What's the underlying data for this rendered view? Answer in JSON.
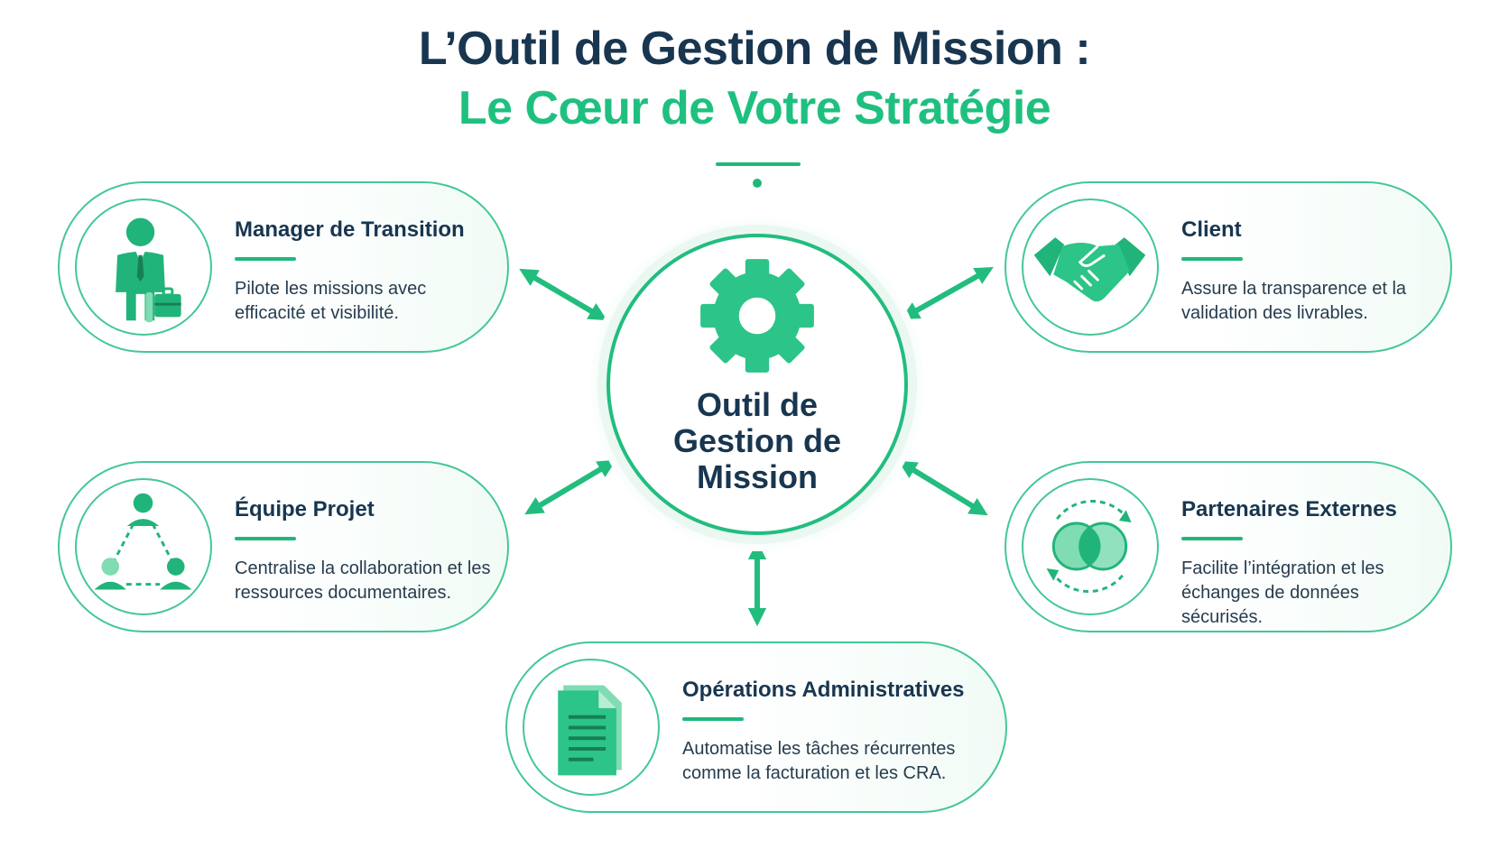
{
  "title": {
    "line1": "L’Outil de Gestion de Mission :",
    "line2": "Le Cœur de Votre Stratégie"
  },
  "hub": {
    "label_lines": [
      "Outil de",
      "Gestion de",
      "Mission"
    ],
    "icon": "gear-icon"
  },
  "cards": {
    "manager": {
      "title": "Manager de Transition",
      "description": "Pilote les missions avec efficacité et visibilité.",
      "icon": "businessman-icon"
    },
    "client": {
      "title": "Client",
      "description": "Assure la transparence et la validation des livrables.",
      "icon": "handshake-icon"
    },
    "equipe": {
      "title": "Équipe Projet",
      "description": "Centralise la collaboration et les ressources documentaires.",
      "icon": "team-network-icon"
    },
    "partners": {
      "title": "Partenaires Externes",
      "description": "Facilite l’intégration et les échanges de données sécurisés.",
      "icon": "integration-circles-icon"
    },
    "ops": {
      "title": "Opérations Administratives",
      "description": "Automatise les tâches récurrentes comme la facturation et les CRA.",
      "icon": "document-icon"
    }
  },
  "colors": {
    "accent": "#1fc07f",
    "navy": "#183650",
    "border": "#43c894"
  }
}
